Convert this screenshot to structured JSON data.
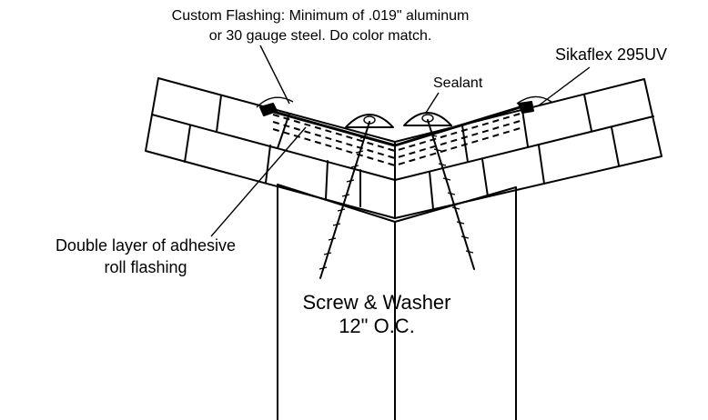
{
  "labels": {
    "custom_flashing_line1": "Custom Flashing: Minimum of .019\" aluminum",
    "custom_flashing_line2": "or 30 gauge steel.  Do color match.",
    "sikaflex": "Sikaflex 295UV",
    "sealant": "Sealant",
    "adhesive_line1": "Double layer of adhesive",
    "adhesive_line2": "roll flashing",
    "screw_line1": "Screw & Washer",
    "screw_line2": "12\" O.C."
  },
  "colors": {
    "ink": "#000000",
    "background": "#ffffff"
  }
}
